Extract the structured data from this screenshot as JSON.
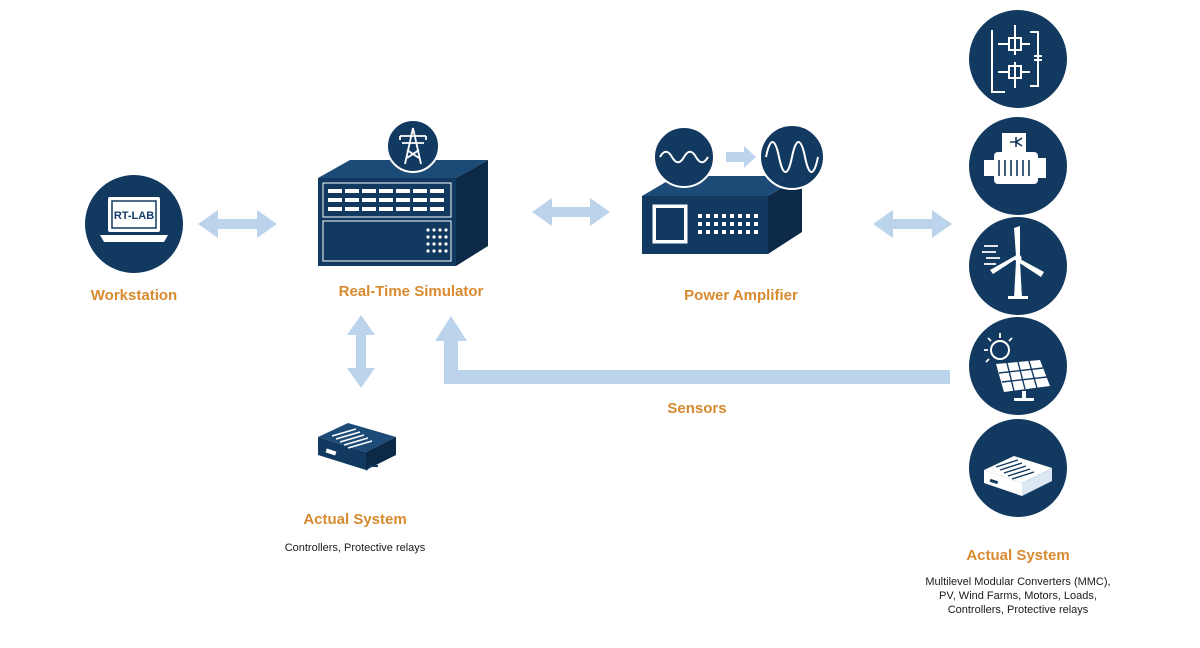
{
  "colors": {
    "navy": "#12395f",
    "accent": "#d88a2e",
    "arrow": "#bcd3ec",
    "text": "#1a1a1a"
  },
  "workstation": {
    "label": "Workstation",
    "screen_text": "RT-LAB",
    "icon": "laptop-icon"
  },
  "simulator": {
    "label": "Real-Time Simulator",
    "badge_icon": "power-tower-icon",
    "icon": "server-rack-icon"
  },
  "amplifier": {
    "label": "Power Amplifier",
    "badge_icons": [
      "low-amplitude-wave-icon",
      "high-amplitude-wave-icon"
    ],
    "icon": "amplifier-unit-icon"
  },
  "sensors": {
    "label": "Sensors"
  },
  "actual_system_left": {
    "label": "Actual System",
    "description": "Controllers, Protective relays",
    "icon": "controller-box-icon"
  },
  "actual_system_right": {
    "label": "Actual System",
    "description_lines": [
      "Multilevel Modular Converters (MMC),",
      "PV, Wind Farms, Motors, Loads,",
      "Controllers, Protective relays"
    ],
    "icons": [
      "mmc-converter-icon",
      "motor-icon",
      "wind-turbine-icon",
      "solar-panel-icon",
      "controller-box-icon"
    ]
  }
}
